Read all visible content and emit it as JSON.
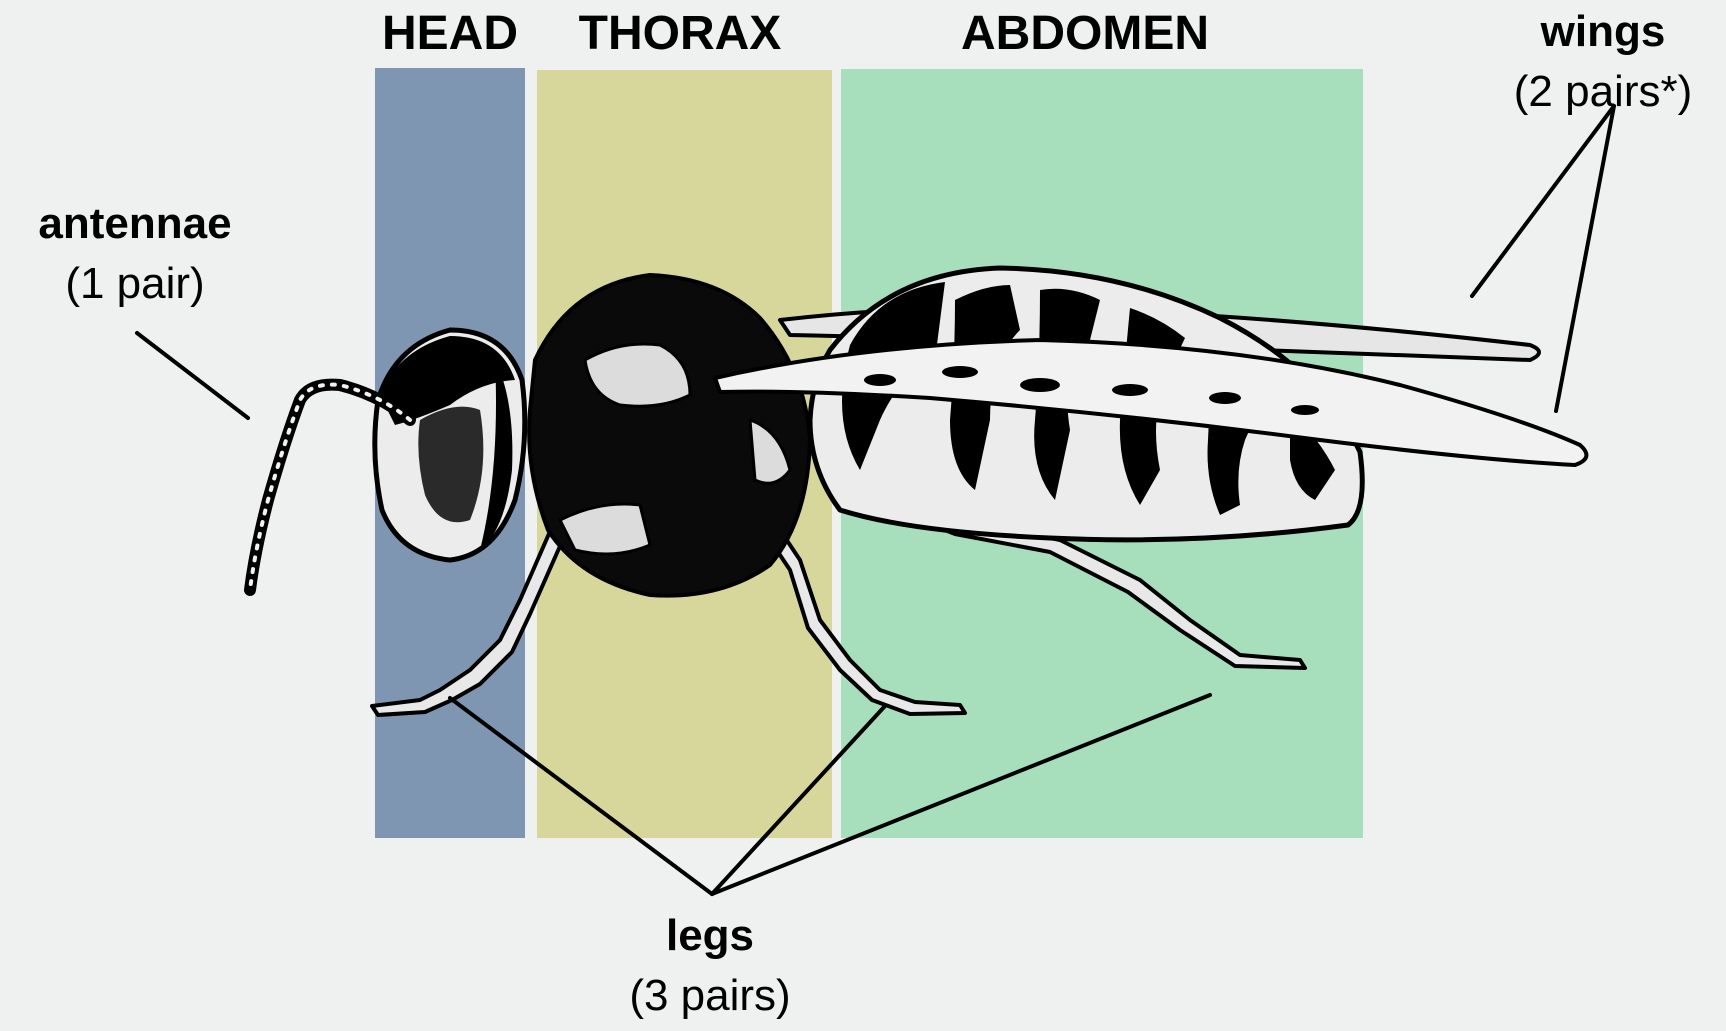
{
  "sections": {
    "head": "HEAD",
    "thorax": "THORAX",
    "abdomen": "ABDOMEN"
  },
  "labels": {
    "antennae": {
      "main": "antennae",
      "sub": "(1 pair)"
    },
    "wings": {
      "main": "wings",
      "sub": "(2 pairs*)"
    },
    "legs": {
      "main": "legs",
      "sub": "(3 pairs)"
    }
  },
  "colors": {
    "background": "#eef1ef",
    "head_band": "#7f96b2",
    "thorax_band": "#d8d79b",
    "abdomen_band": "#a7dfbc",
    "line": "#000000"
  }
}
